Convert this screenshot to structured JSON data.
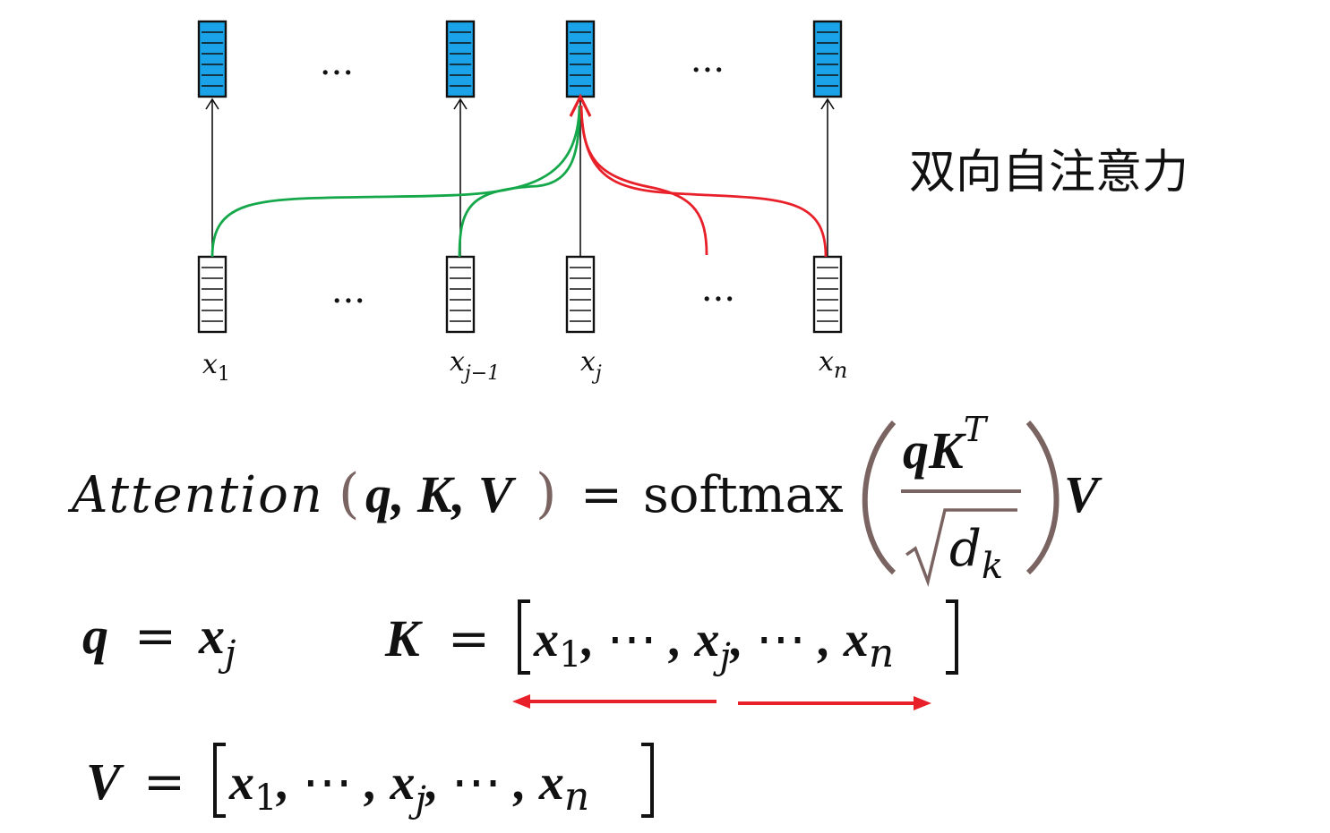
{
  "title": "双向自注意力",
  "colors": {
    "output_fill": "#1aa3e8",
    "edge_green": "#15a84a",
    "edge_red": "#e8202a",
    "bracket": "#7a6461",
    "ink": "#111111"
  },
  "diagram": {
    "ellipsis": "···",
    "tokens": [
      {
        "base": "x",
        "sub": "1"
      },
      {
        "base": "x",
        "sub": "j−1"
      },
      {
        "base": "x",
        "sub": "j"
      },
      {
        "base": "x",
        "sub": "n"
      }
    ]
  },
  "formulas": {
    "attention": {
      "name": "Attention",
      "args": [
        "q",
        "K",
        "V"
      ],
      "eq": "=",
      "fn": "softmax",
      "num_base": "qK",
      "num_sup": "T",
      "den_base": "d",
      "den_sub": "k",
      "tail": "V"
    },
    "q_def": {
      "lhs": "q",
      "eq": "=",
      "rhs_base": "x",
      "rhs_sub": "j"
    },
    "k_def": {
      "lhs": "K",
      "eq": "=",
      "open": "[",
      "close": "]",
      "items": [
        {
          "base": "x",
          "sub": "1"
        },
        {
          "base": "⋯",
          "sub": ""
        },
        {
          "base": "x",
          "sub": "j"
        },
        {
          "base": "⋯",
          "sub": ""
        },
        {
          "base": "x",
          "sub": "n"
        }
      ]
    },
    "v_def": {
      "lhs": "V",
      "eq": "=",
      "open": "[",
      "close": "]",
      "items": [
        {
          "base": "x",
          "sub": "1"
        },
        {
          "base": "⋯",
          "sub": ""
        },
        {
          "base": "x",
          "sub": "j"
        },
        {
          "base": "⋯",
          "sub": ""
        },
        {
          "base": "x",
          "sub": "n"
        }
      ]
    }
  }
}
